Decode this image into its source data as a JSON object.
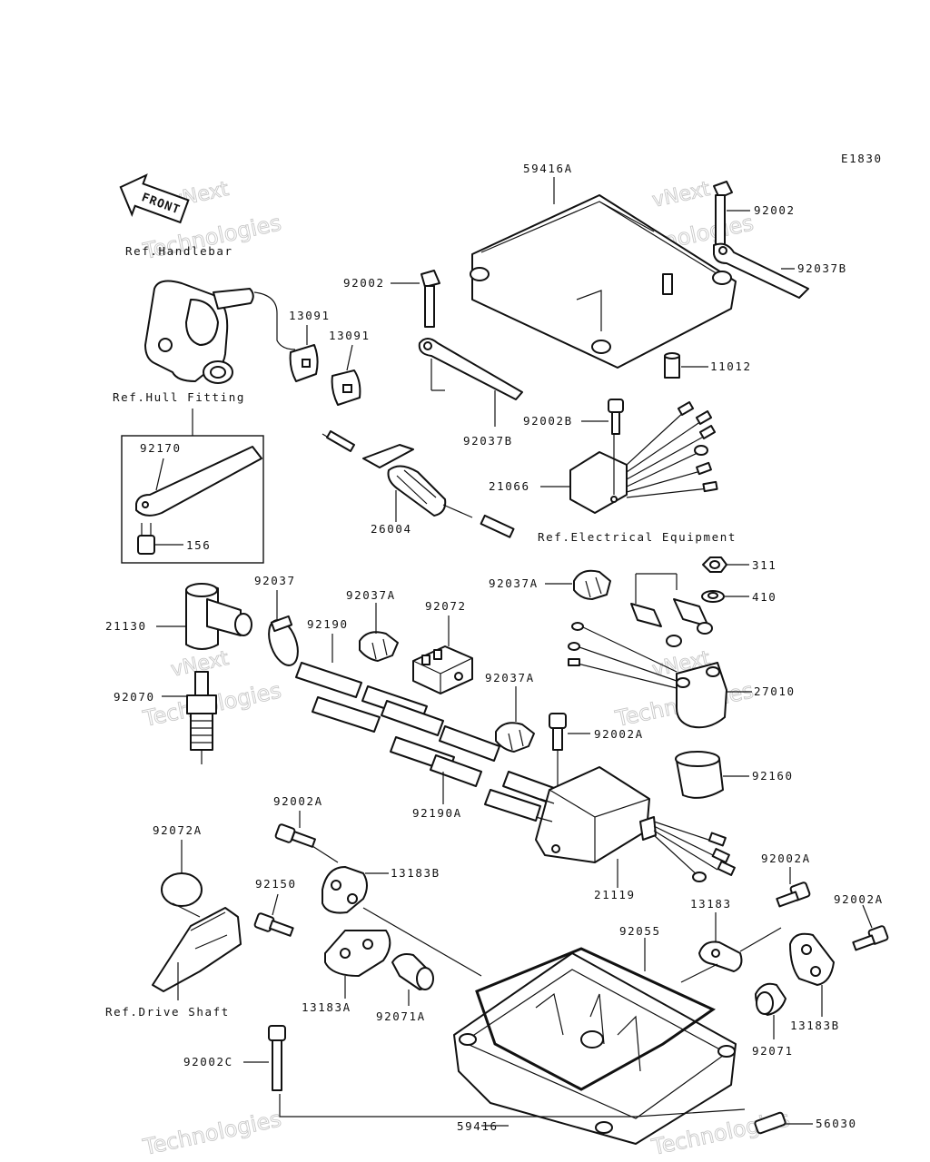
{
  "diagram_code": "E1830",
  "front_text": "FRONT",
  "watermark": {
    "line1": "vNext",
    "line2": "Technologies",
    "full": "vNext Technologies"
  },
  "refs": {
    "handlebar": "Ref.Handlebar",
    "hull_fitting": "Ref.Hull Fitting",
    "electrical_equipment": "Ref.Electrical Equipment",
    "drive_shaft": "Ref.Drive Shaft"
  },
  "labels": {
    "p59416A": "59416A",
    "p92002_top": "92002",
    "p92002_left": "92002",
    "p92037B_right": "92037B",
    "p92037B_mid": "92037B",
    "p11012": "11012",
    "p13091a": "13091",
    "p13091b": "13091",
    "p92170": "92170",
    "p156": "156",
    "p26004": "26004",
    "p92002B": "92002B",
    "p21066": "21066",
    "p92037A_right": "92037A",
    "p311": "311",
    "p410": "410",
    "p92037": "92037",
    "p92037A_mid": "92037A",
    "p92072": "92072",
    "p21130": "21130",
    "p92190": "92190",
    "p27010": "27010",
    "p92070": "92070",
    "p92037A_low": "92037A",
    "p92002A_mid": "92002A",
    "p92160": "92160",
    "p92190A": "92190A",
    "p92002A_left": "92002A",
    "p92072A": "92072A",
    "p13183B_top": "13183B",
    "p21119": "21119",
    "p92002A_right": "92002A",
    "p92150": "92150",
    "p13183": "13183",
    "p92002A_far": "92002A",
    "p92055": "92055",
    "p13183A": "13183A",
    "p92071A": "92071A",
    "p13183B_bot": "13183B",
    "p92071": "92071",
    "p92002C": "92002C",
    "p59416": "59416",
    "p56030": "56030"
  }
}
